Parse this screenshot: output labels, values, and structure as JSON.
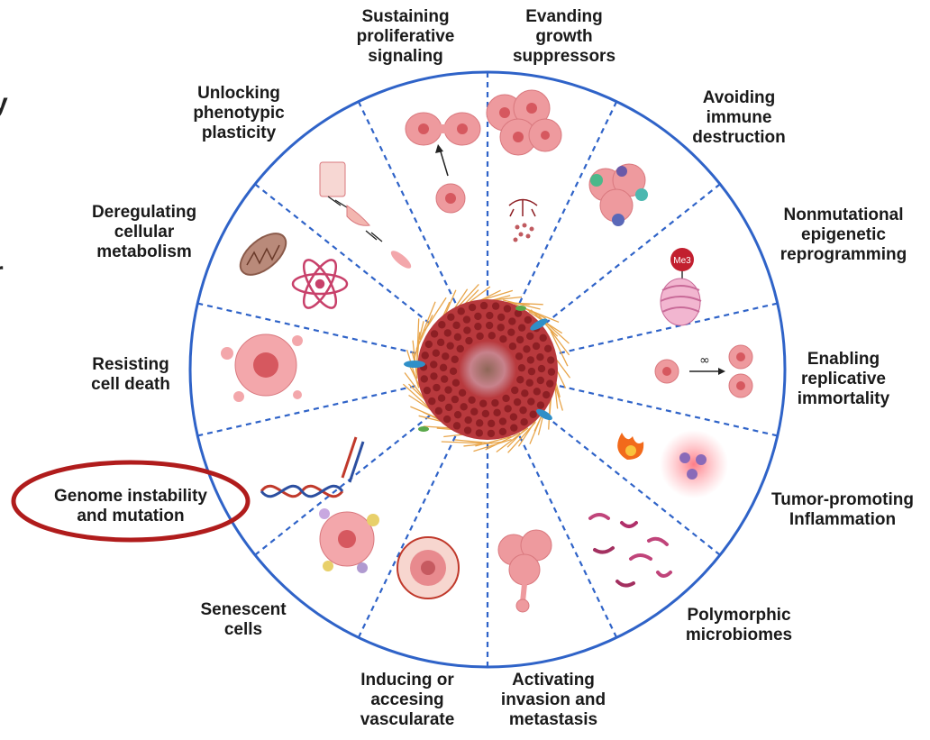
{
  "hallmarks": [
    {
      "id": "sustaining",
      "text": "Sustaining\nproliferative\nsignaling"
    },
    {
      "id": "evading",
      "text": "Evanding\ngrowth\nsuppressors"
    },
    {
      "id": "immune",
      "text": "Avoiding\nimmune\ndestruction"
    },
    {
      "id": "epigenetic",
      "text": "Nonmutational\nepigenetic\nreprogramming"
    },
    {
      "id": "immortality",
      "text": "Enabling\nreplicative\nimmortality"
    },
    {
      "id": "inflammation",
      "text": "Tumor-promoting\nInflammation"
    },
    {
      "id": "microbiomes",
      "text": "Polymorphic\nmicrobiomes"
    },
    {
      "id": "invasion",
      "text": "Activating\ninvasion and\nmetastasis"
    },
    {
      "id": "vasculature",
      "text": "Inducing or\naccesing\nvascularate"
    },
    {
      "id": "senescent",
      "text": "Senescent\ncells"
    },
    {
      "id": "genome",
      "text": "Genome instability\nand mutation"
    },
    {
      "id": "death",
      "text": "Resisting\ncell death"
    },
    {
      "id": "metabolism",
      "text": "Deregulating\ncellular\nmetabolism"
    },
    {
      "id": "plasticity",
      "text": "Unlocking\nphenotypic\nplasticity"
    }
  ],
  "icons": {
    "me3_label": "Me3",
    "infinity_label": "∞"
  },
  "highlight": {
    "target": "genome",
    "color": "#b01c1c"
  },
  "colors": {
    "ring": "#2f63c8",
    "divider": "#2f63c8",
    "tumor": "#b8393d",
    "cell": "#ee9a9e",
    "fibers": "#e8a54a"
  },
  "edge_marks": {
    "left_a": "y",
    "left_b": "r"
  }
}
